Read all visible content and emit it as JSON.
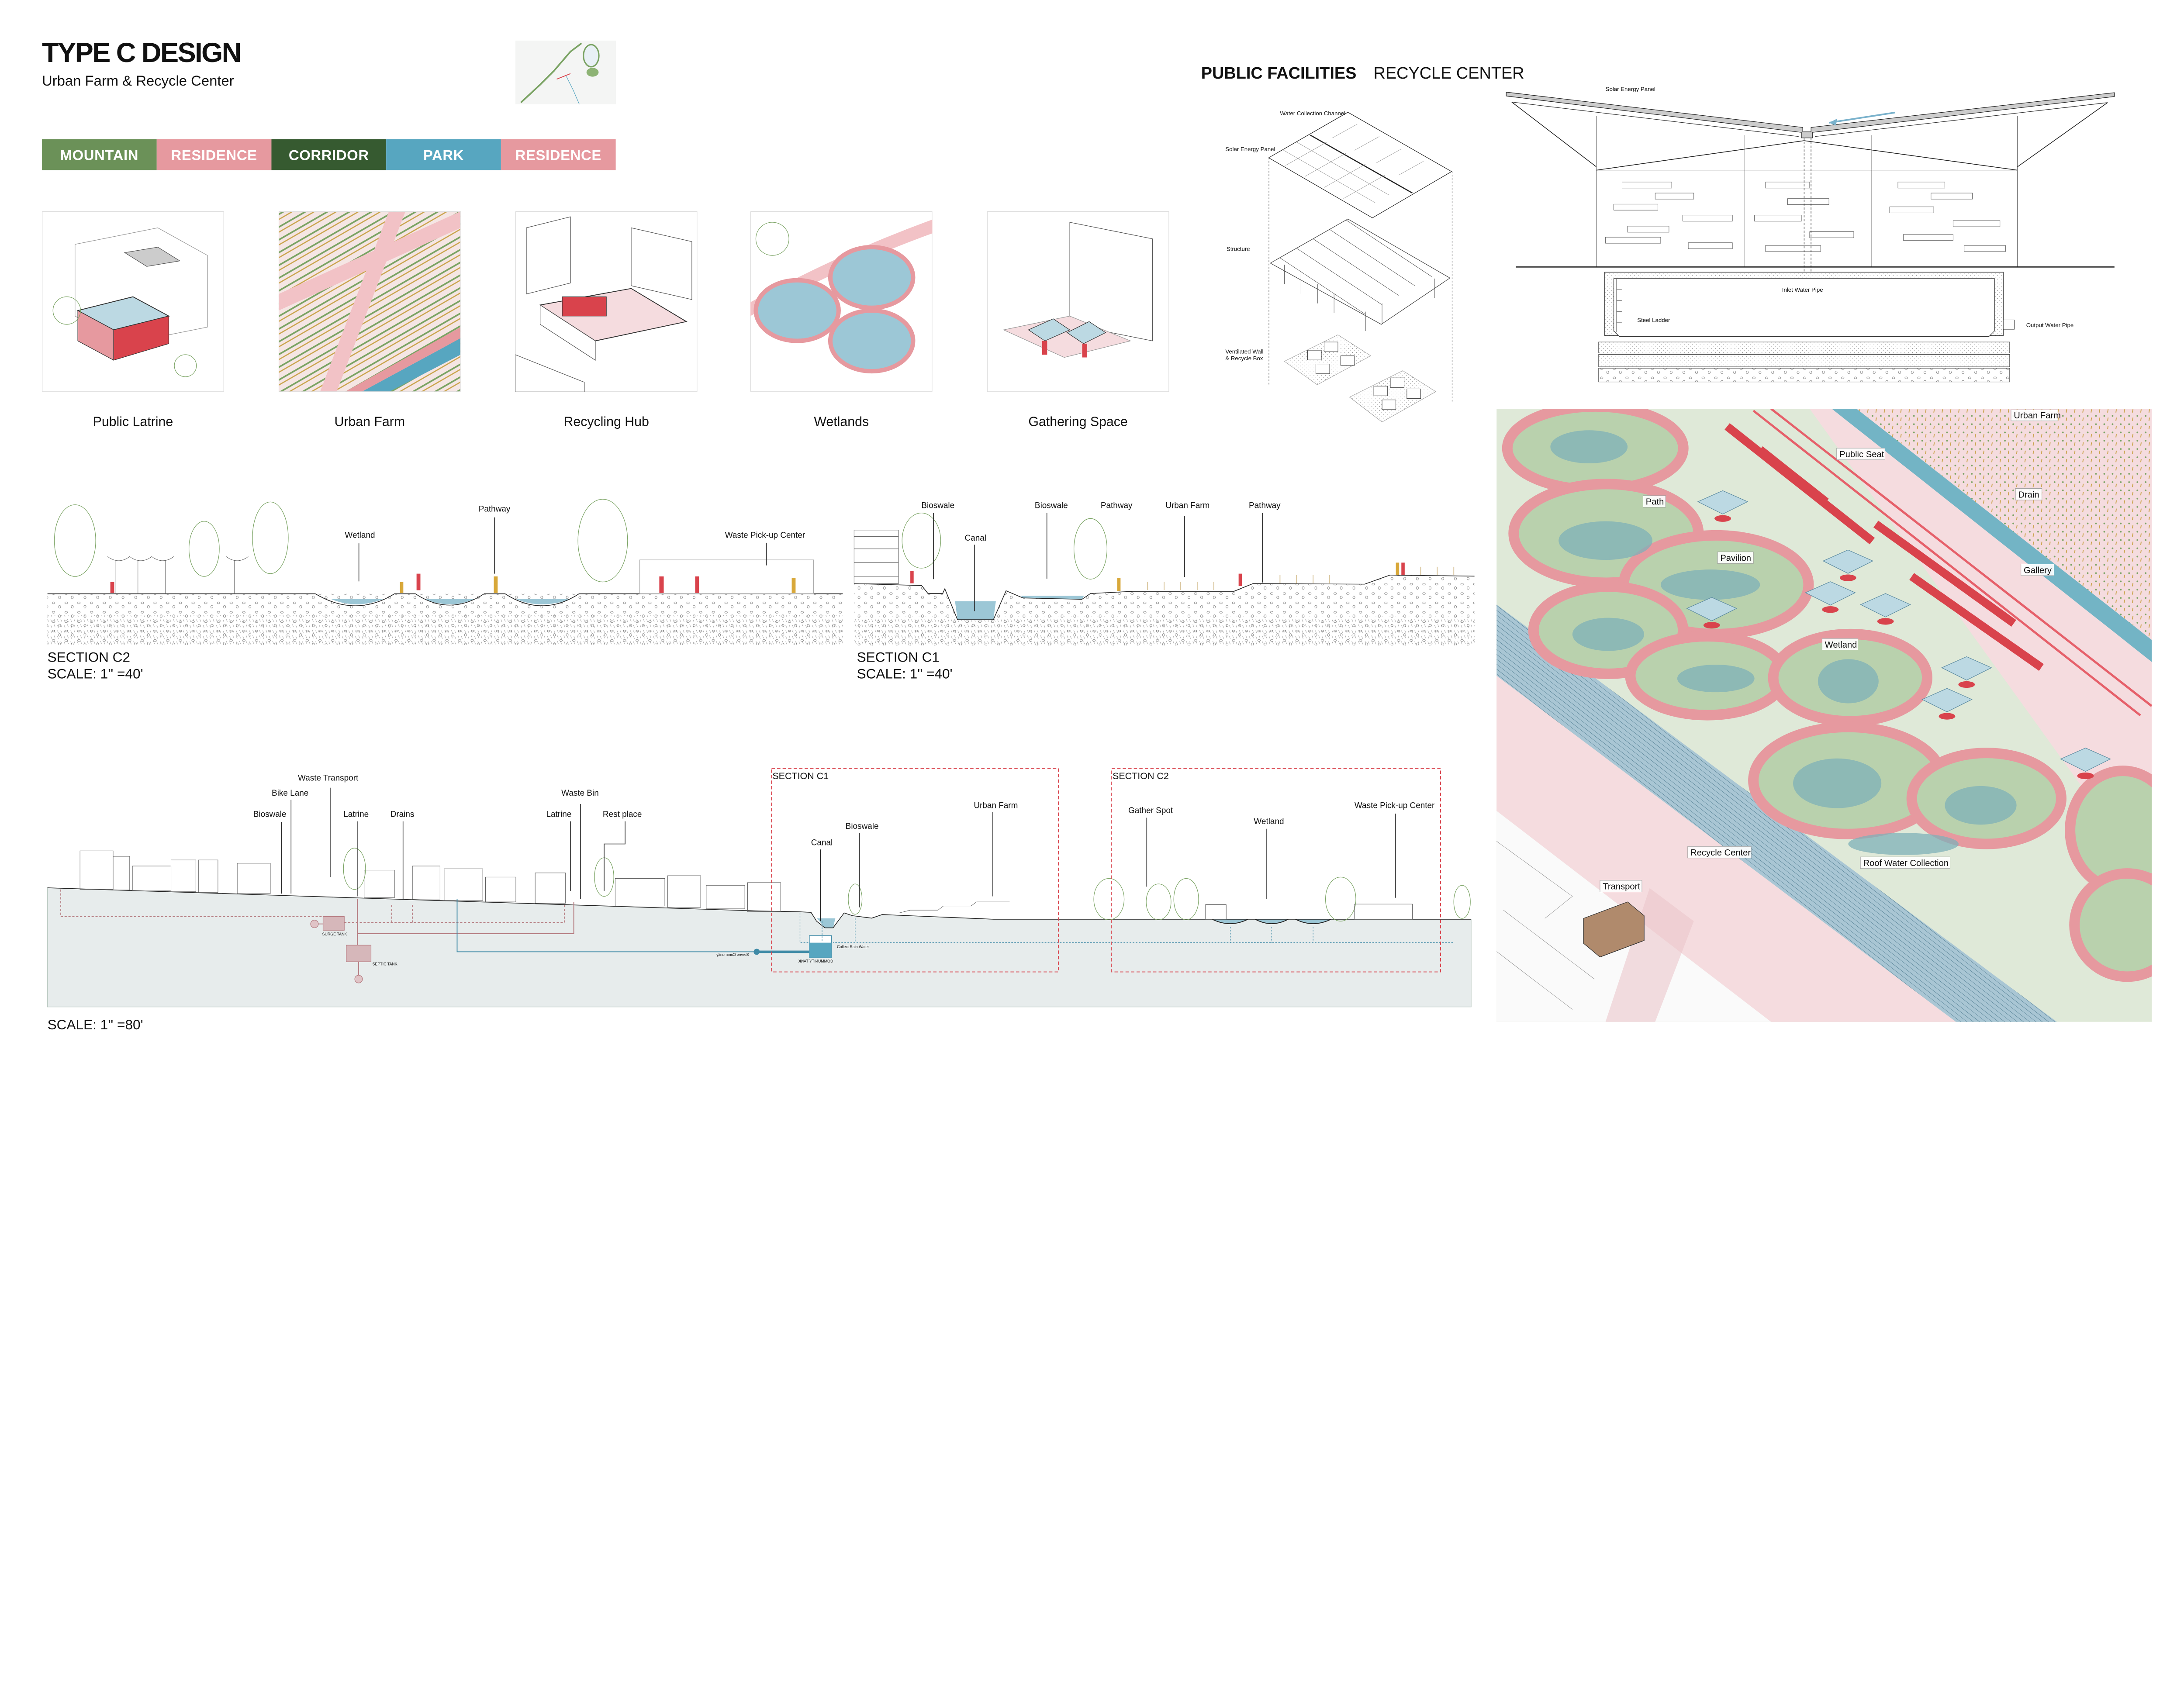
{
  "header": {
    "title": "TYPE C DESIGN",
    "subtitle": "Urban Farm & Recycle Center"
  },
  "zones": [
    {
      "label": "MOUNTAIN",
      "color": "#6b9158"
    },
    {
      "label": "RESIDENCE",
      "color": "#e6999f"
    },
    {
      "label": "CORRIDOR",
      "color": "#365a30"
    },
    {
      "label": "PARK",
      "color": "#57a6c0"
    },
    {
      "label": "RESIDENCE",
      "color": "#e6999f"
    }
  ],
  "typologies": [
    "Public Latrine",
    "Urban Farm",
    "Recycling Hub",
    "Wetlands",
    "Gathering Space"
  ],
  "facilities": {
    "heading_primary": "PUBLIC FACILITIES",
    "heading_secondary": "RECYCLE CENTER"
  },
  "exploded_axon": {
    "labels": [
      "Water Collection Channel",
      "Solar Energy Panel",
      "Structure",
      "Ventilated Wall",
      "& Recycle Box"
    ]
  },
  "elevation": {
    "labels": {
      "solar": "Solar Energy Panel",
      "inlet": "Inlet Water Pipe",
      "ladder": "Steel Ladder",
      "output": "Output Water Pipe"
    }
  },
  "section_c2": {
    "title": "SECTION C2",
    "scale": "SCALE: 1'' =40'",
    "labels": {
      "wetland": "Wetland",
      "pathway": "Pathway",
      "waste": "Waste Pick-up Center"
    }
  },
  "section_c1": {
    "title": "SECTION C1",
    "scale": "SCALE: 1'' =40'",
    "labels": {
      "bioswale1": "Bioswale",
      "canal": "Canal",
      "bioswale2": "Bioswale",
      "pathway1": "Pathway",
      "farm": "Urban Farm",
      "pathway2": "Pathway"
    }
  },
  "long_section": {
    "scale": "SCALE: 1'' =80'",
    "labels": {
      "waste_transport": "Waste Transport",
      "bike_lane": "Bike Lane",
      "bioswale": "Bioswale",
      "latrine1": "Latrine",
      "drains": "Drains",
      "waste_bin": "Waste Bin",
      "latrine2": "Latrine",
      "rest_place": "Rest place",
      "c1_canal": "Canal",
      "c1_bioswale": "Bioswale",
      "c1_farm": "Urban Farm",
      "c2_gather": "Gather Spot",
      "c2_wetland": "Wetland",
      "c2_waste": "Waste Pick-up Center"
    },
    "boxes": {
      "c1": "SECTION C1",
      "c2": "SECTION C2"
    },
    "tanks": {
      "surge": "SURGE TANK",
      "septic": "SEPTIC TANK",
      "community": "COMMUNITY TANK",
      "collect": "Collect Rain Water",
      "serves": "Serves Community"
    }
  },
  "aerial": {
    "labels": {
      "urban_farm": "Urban Farm",
      "public_seat": "Public Seat",
      "path": "Path",
      "drain": "Drain",
      "pavilion": "Pavilion",
      "gallery": "Gallery",
      "wetland": "Wetland",
      "recycle_center": "Recycle Center",
      "roof_water": "Roof Water Collection",
      "transport": "Transport"
    }
  },
  "colors": {
    "pink": "#e6999f",
    "light_pink": "#f5dcdf",
    "green": "#dfe9d8",
    "water": "#9cc7d6",
    "red": "#d9434c",
    "blue": "#57a6c0"
  }
}
